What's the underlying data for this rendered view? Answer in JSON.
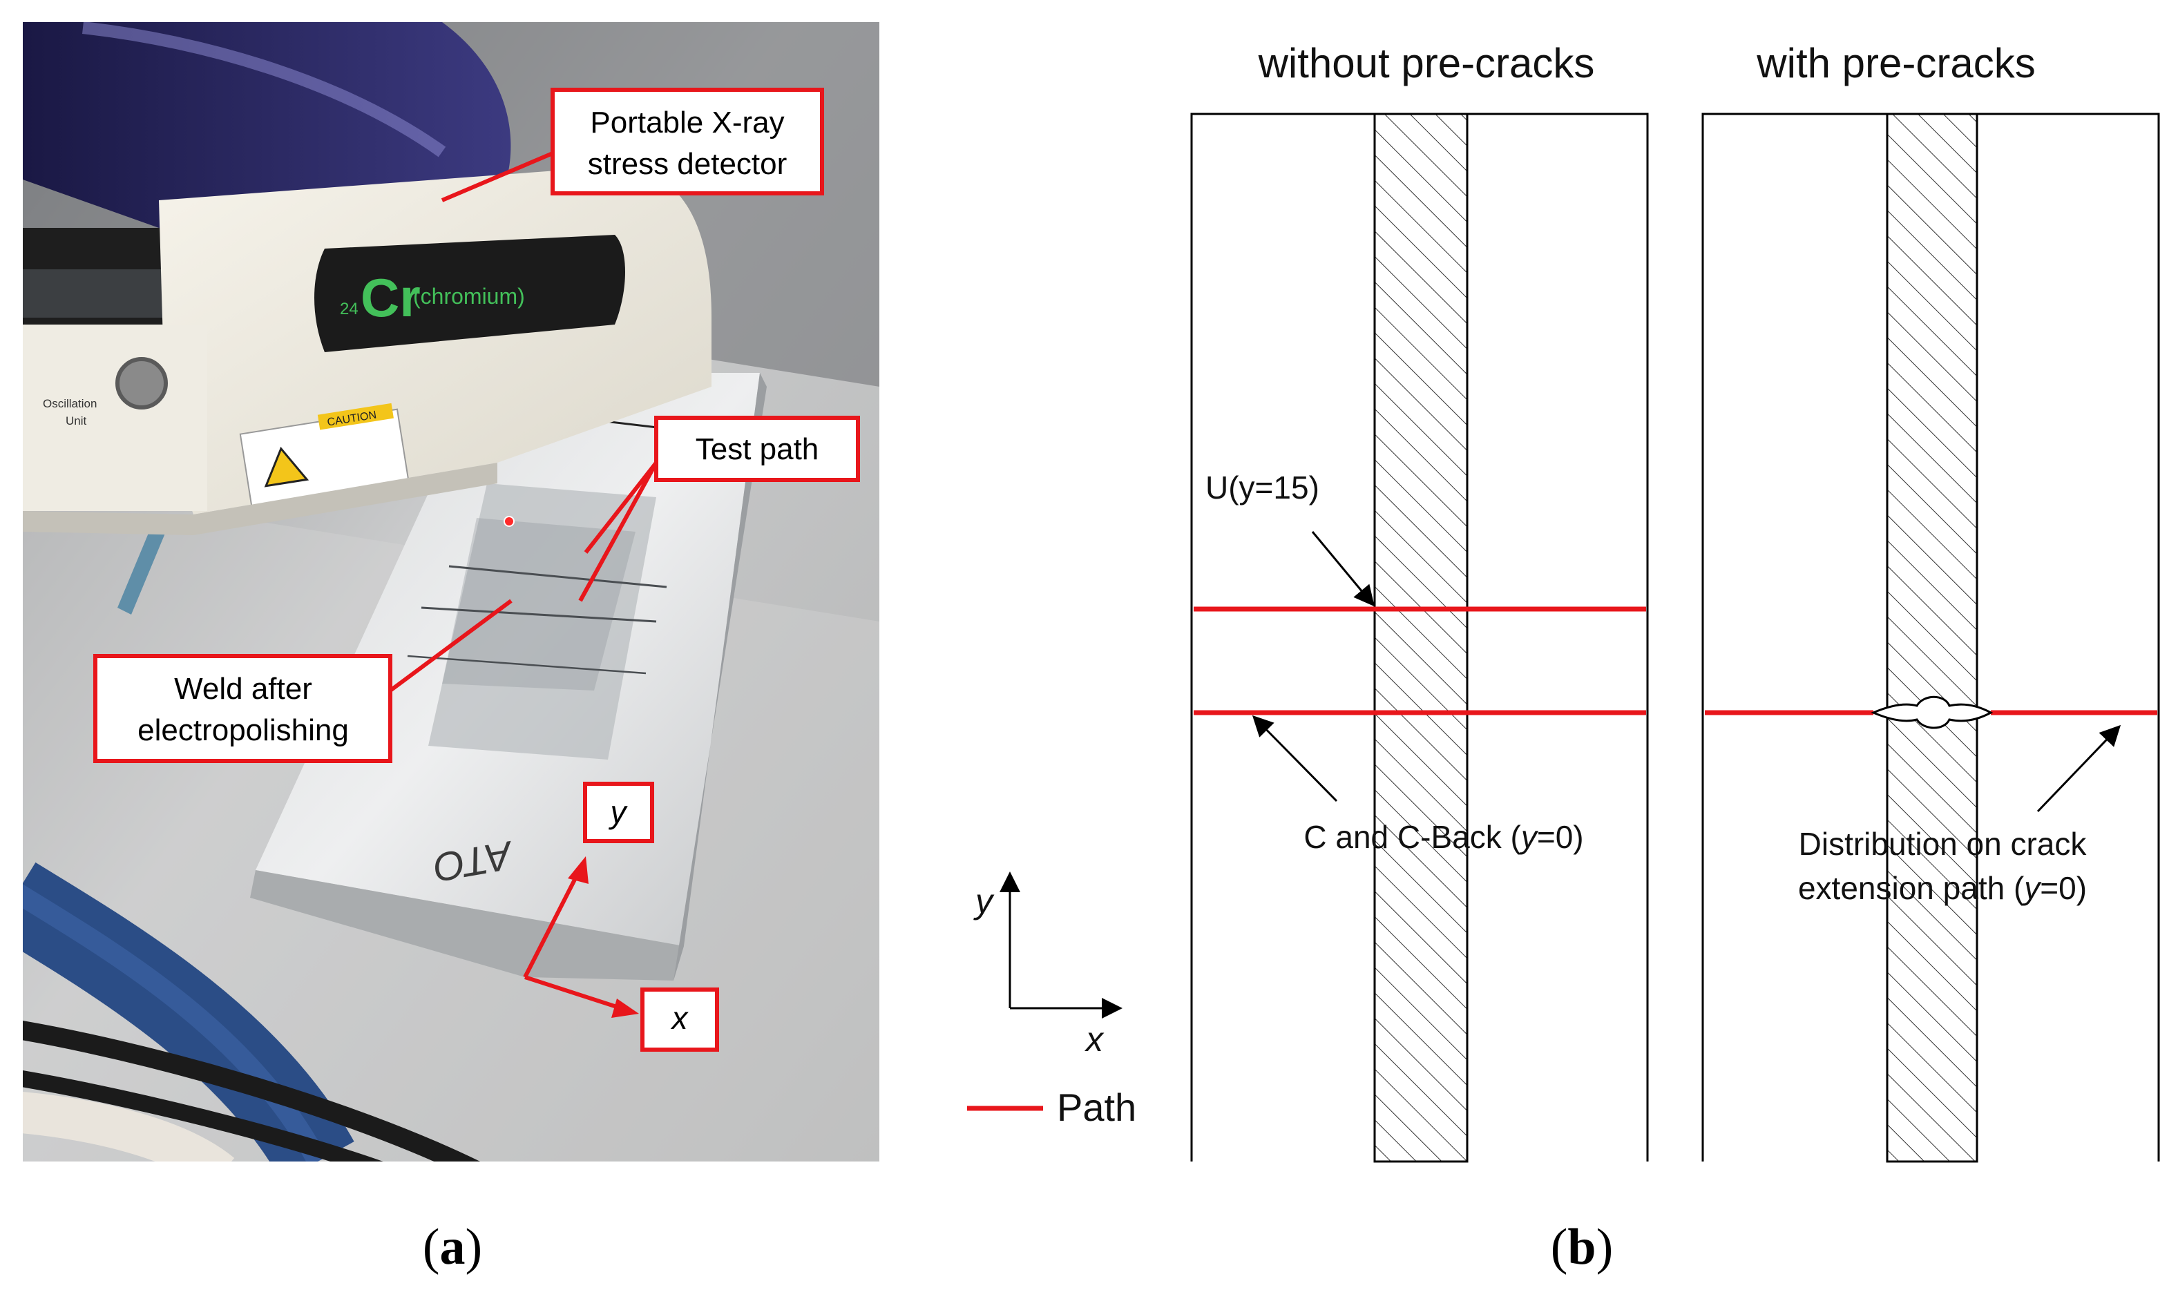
{
  "panel_a": {
    "labels": {
      "detector": [
        "Portable X-ray",
        "stress detector"
      ],
      "test_path": "Test path",
      "weld": [
        "Weld after",
        "electropolishing"
      ],
      "y_axis": "y",
      "x_axis": "x"
    },
    "device_logo": {
      "number": "24",
      "symbol": "Cr",
      "name": "(chromium)"
    },
    "device_port_label": [
      "Oscillation",
      "Unit"
    ],
    "caution_label": "CAUTION",
    "plate_marking": "ATO",
    "caption": {
      "open": "(",
      "letter": "a",
      "close": ")"
    }
  },
  "panel_b": {
    "titles": {
      "left": "without pre-cracks",
      "right": "with pre-cracks"
    },
    "annotations": {
      "u_path": "U(y=15)",
      "c_path": {
        "before": "C and C-Back (",
        "var": "y",
        "after": "=0)"
      },
      "crack_line1": "Distribution on crack",
      "crack_line2": {
        "before": "extension path (",
        "var": "y",
        "after": "=0)"
      }
    },
    "axes": {
      "x": "x",
      "y": "y"
    },
    "legend": {
      "path": "Path"
    },
    "path_color": "#e8161b",
    "caption": {
      "open": "(",
      "letter": "b",
      "close": ")"
    }
  }
}
